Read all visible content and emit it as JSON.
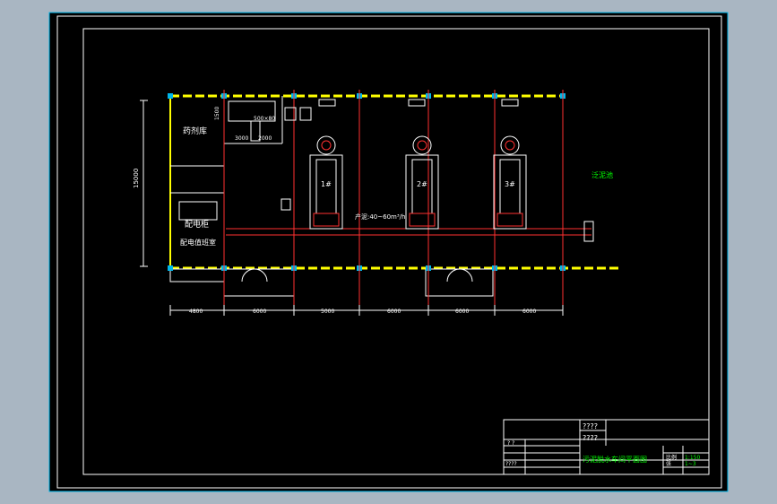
{
  "drawing": {
    "colors": {
      "background": "#000000",
      "frame": "#ffffff",
      "wall": "#ffff00",
      "column": "#00b7eb",
      "axis": "#ff0000",
      "dim": "#ffffff",
      "label": "#00ff00"
    },
    "rooms": {
      "room_top_left": "药剂库",
      "cabinet": "配电柜",
      "room_bottom_left": "配电值班室",
      "stair_note": "500×80",
      "side_label": "泛泥池",
      "flow_label": "产泥:40~60m³/h"
    },
    "pumps": [
      {
        "id": "1#"
      },
      {
        "id": "2#"
      },
      {
        "id": "3#"
      }
    ],
    "vertical_dimension": "15000",
    "bottom_dimensions": [
      "4800",
      "6000",
      "5000",
      "6000",
      "6000",
      "6000"
    ],
    "top_small_dims": [
      "3000",
      "2000"
    ],
    "left_small_dim": "1500"
  },
  "title_block": {
    "q1": "????",
    "q2": "????",
    "title": "污泥脱水车间平面图",
    "scale_label": "比例",
    "scale_value": "1:150",
    "sheet_label": "张",
    "sheet_value": "1~3",
    "cell_q": "? ?",
    "cell_q4": "????"
  }
}
